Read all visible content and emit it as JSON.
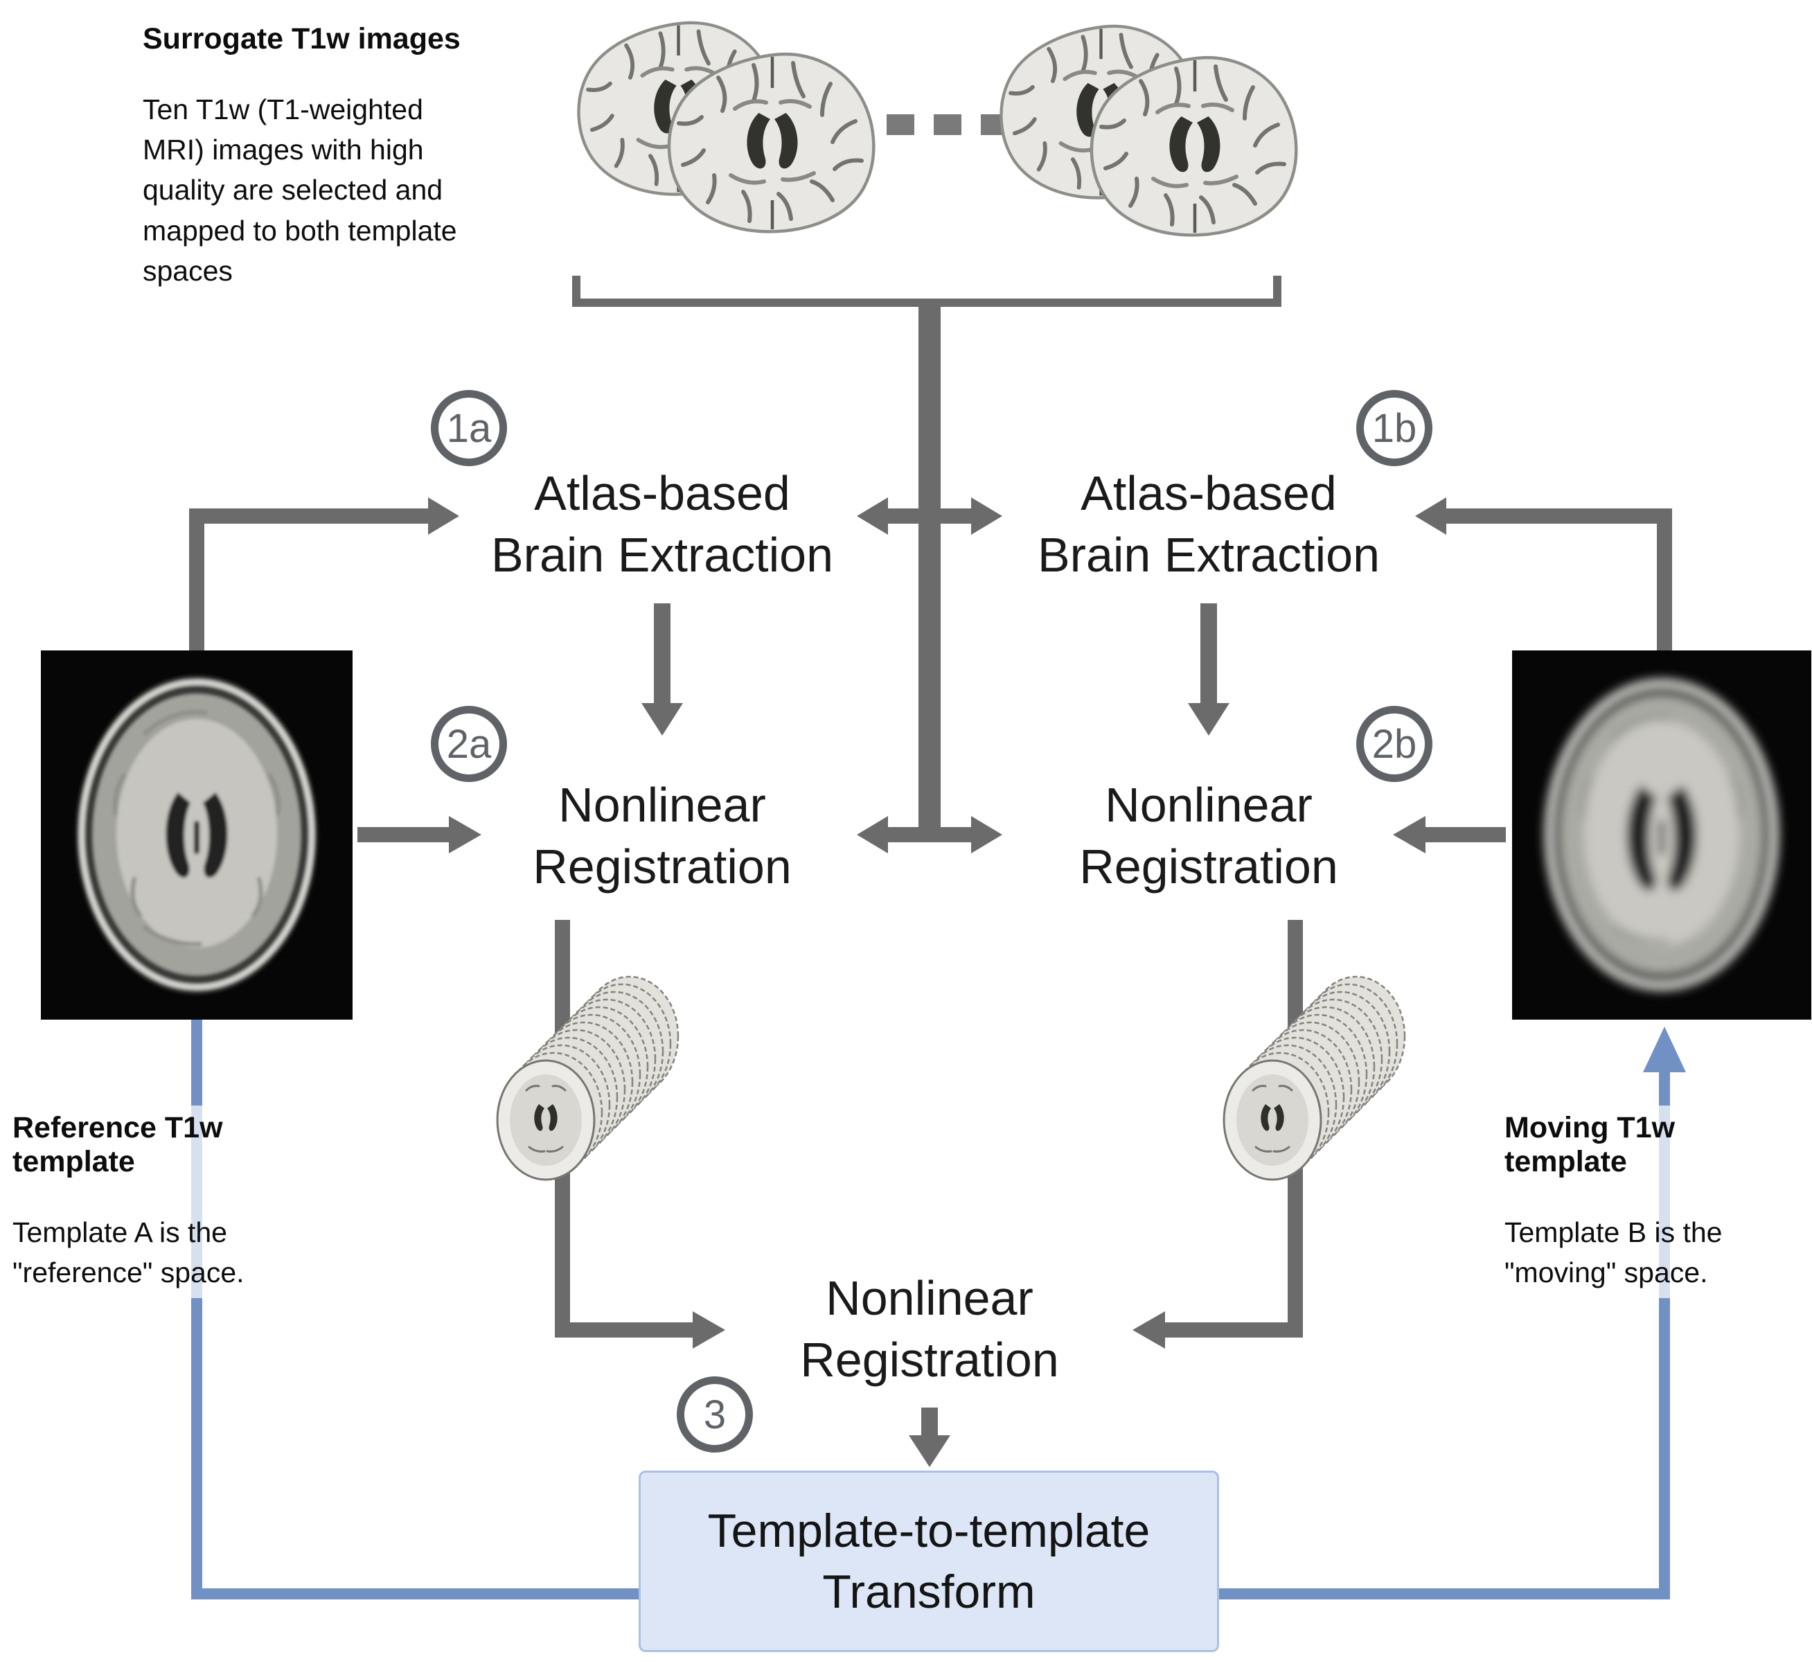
{
  "annotations": {
    "surrogate": {
      "title": "Surrogate T1w images",
      "body": "Ten T1w (T1-weighted\nMRI) images with high\nquality are selected and\nmapped to both template\nspaces"
    },
    "reference": {
      "title": "Reference T1w template",
      "body": "Template A is the\n\"reference\" space."
    },
    "moving": {
      "title": "Moving T1w template",
      "body": "Template B is the\n\"moving\" space."
    }
  },
  "steps": {
    "step1a": {
      "badge": "1a",
      "label": "Atlas-based\nBrain Extraction"
    },
    "step1b": {
      "badge": "1b",
      "label": "Atlas-based\nBrain Extraction"
    },
    "step2a": {
      "badge": "2a",
      "label": "Nonlinear\nRegistration"
    },
    "step2b": {
      "badge": "2b",
      "label": "Nonlinear\nRegistration"
    },
    "step3": {
      "badge": "3",
      "label": "Nonlinear\nRegistration"
    }
  },
  "output_box": {
    "label": "Template-to-template\nTransform"
  },
  "colors": {
    "arrow_gray": "#6b6b6b",
    "badge_gray": "#5f6368",
    "blue_line": "#7191c4",
    "box_fill": "#dce6f7",
    "box_border": "#a9c1e2"
  }
}
